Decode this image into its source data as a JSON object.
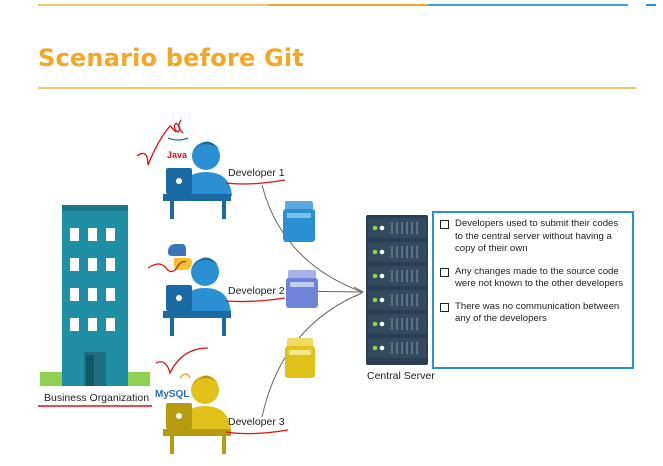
{
  "title": "Scenario before Git",
  "organization_label": "Business Organization",
  "developers": [
    {
      "label": "Developer 1",
      "tech": "Java"
    },
    {
      "label": "Developer 2",
      "tech": "python-logo-icon"
    },
    {
      "label": "Developer 3",
      "tech": "MySQL"
    }
  ],
  "server_label": "Central Server",
  "bullets": [
    "Developers used to submit their codes to the central server without having a copy of their own",
    "Any changes made to the source code were not known to the other developers",
    "There was no communication between any of the developers"
  ],
  "colors": {
    "title": "#f5a623",
    "building": "#1f8fa6",
    "dev_blue": "#2b8fd4",
    "dev_yellow": "#e0c21a",
    "server": "#2c3e52",
    "annotation_red": "#d8151a",
    "box_border": "#2a8fd6"
  }
}
